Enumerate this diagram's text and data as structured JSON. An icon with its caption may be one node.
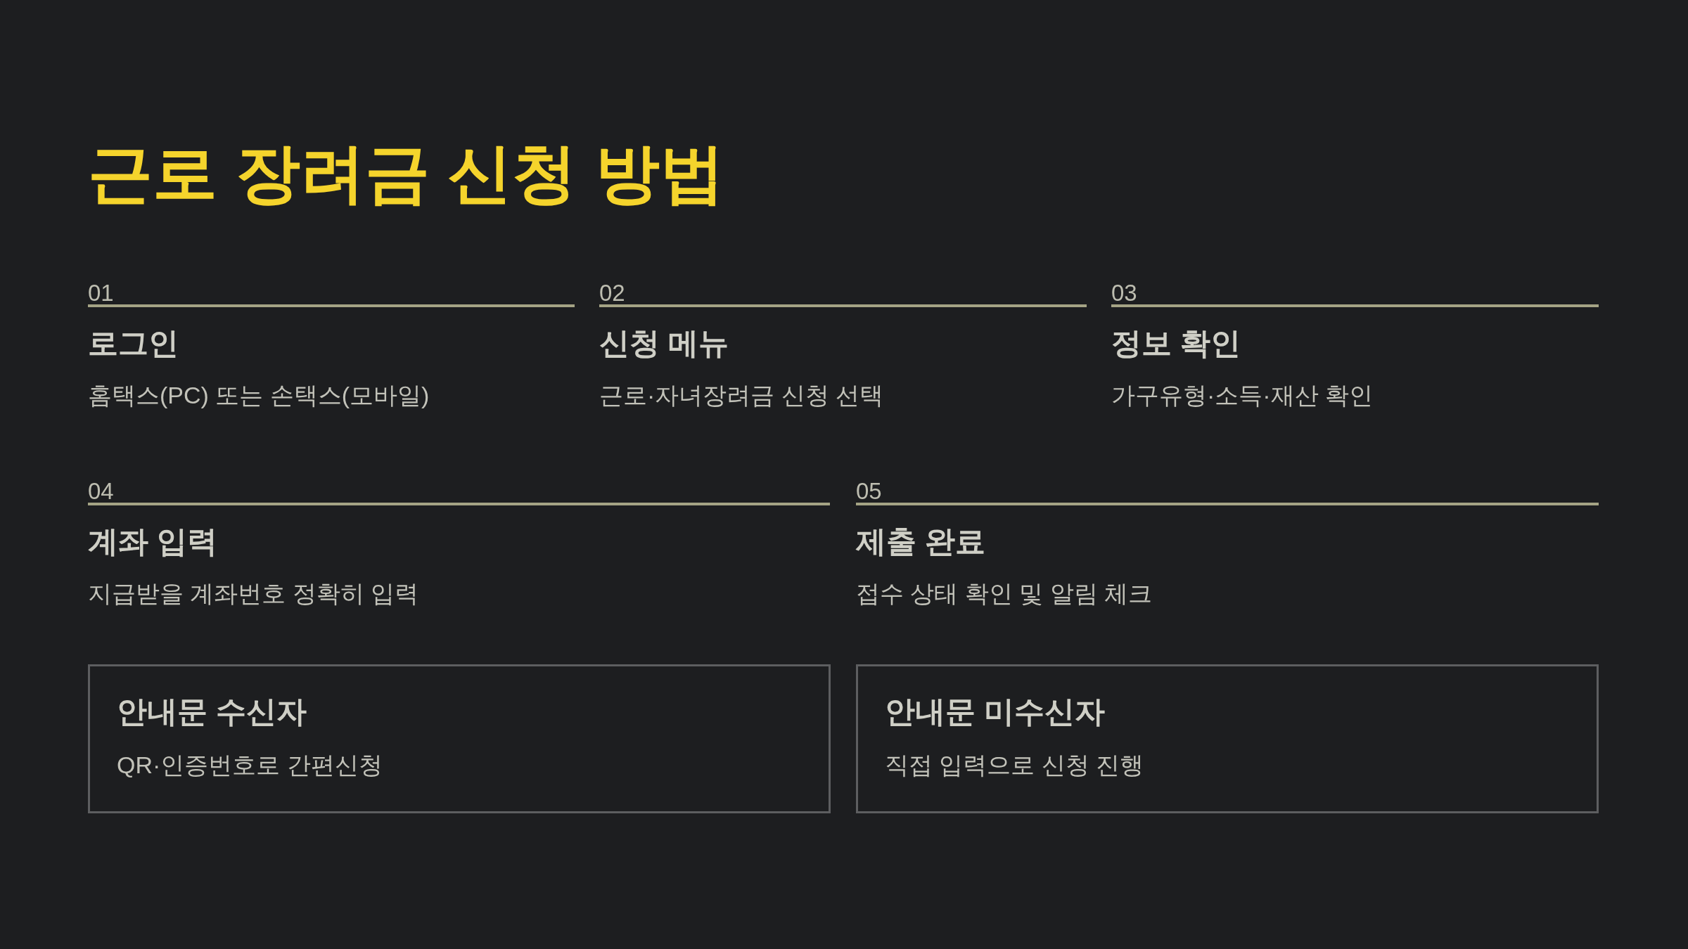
{
  "diagram": {
    "title": "근로 장려금 신청 방법",
    "nodes": [
      {
        "text": [
          "로그인",
          "홈택스(PC) 또는 손택스(모바일)"
        ],
        "beside": [
          "01"
        ]
      },
      {
        "text": [
          "신청 메뉴",
          "근로·자녀장려금 신청 선택"
        ],
        "beside": [
          "02"
        ]
      },
      {
        "text": [
          "정보 확인",
          "가구유형·소득·재산 확인"
        ],
        "beside": [
          "03"
        ]
      },
      {
        "text": [
          "계좌 입력",
          "지급받을 계좌번호 정확히 입력"
        ],
        "beside": [
          "04"
        ]
      },
      {
        "text": [
          "제출 완료",
          "접수 상태 확인 및 알림 체크"
        ],
        "beside": [
          "05"
        ]
      },
      {
        "text": [
          "안내문 수신자",
          "QR·인증번호로 간편신청"
        ]
      },
      {
        "text": [
          "안내문 미수신자",
          "직접 입력으로 신청 진행"
        ]
      }
    ]
  }
}
